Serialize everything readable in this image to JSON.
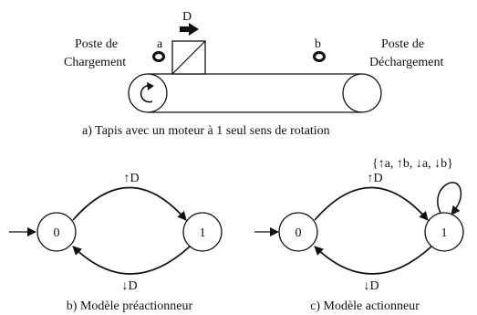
{
  "conveyor": {
    "loading_line1": "Poste de",
    "loading_line2": "Chargement",
    "unloading_line1": "Poste de",
    "unloading_line2": "Déchargement",
    "product_label": "D",
    "sensor_a": "a",
    "sensor_b": "b",
    "caption": "a) Tapis avec un moteur à 1 seul sens de rotation"
  },
  "model_b": {
    "state0": "0",
    "state1": "1",
    "top_edge": "↑D",
    "bottom_edge": "↓D",
    "caption": "b) Modèle préactionneur"
  },
  "model_c": {
    "state0": "0",
    "state1": "1",
    "top_edge": "↑D",
    "bottom_edge": "↓D",
    "self_loop": "{↑a, ↑b, ↓a, ↓b}",
    "caption": "c) Modèle actionneur"
  }
}
